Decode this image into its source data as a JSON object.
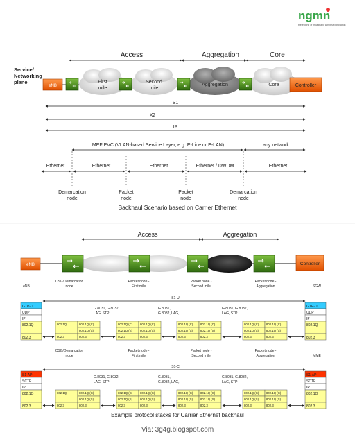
{
  "logo": {
    "name": "ngmn",
    "tagline": "the engine of broadband wireless innovation"
  },
  "top": {
    "segments": [
      "Access",
      "Aggregation",
      "Core"
    ],
    "plane_label": "Service/ Networking plane",
    "enb": "eNB",
    "clouds": [
      "First mile",
      "Second mile",
      "Aggregation",
      "Core"
    ],
    "controller": "Controller",
    "interfaces": [
      "S1",
      "X2",
      "IP"
    ],
    "mef_label": "MEF EVC (VLAN-based Service Layer, e.g. E-Line or E-LAN)",
    "any_network": "any network",
    "links": [
      "Ethernet",
      "Ethernet",
      "Ethernet",
      "Ethernet / DWDM",
      "Ethernet"
    ],
    "nodes": [
      "Demarcation node",
      "Packet node",
      "Packet node",
      "Demarcation node"
    ],
    "caption": "Backhaul Scenario based on Carrier Ethernet"
  },
  "bottom": {
    "segments": [
      "Access",
      "Aggregation"
    ],
    "enb": "eNB",
    "controller": "Controller",
    "columns": [
      "eNB",
      "CSG/Demarcation node",
      "Packet node - First mile",
      "Packet node - Second mile",
      "Packet node - Aggregation",
      "SGW"
    ],
    "columns2": [
      "",
      "CSG/Demarcation node",
      "Packet node - First mile",
      "Packet node - Second mile",
      "Packet node - Aggregation",
      "MME"
    ],
    "s1u": "S1-U",
    "s1c": "S1-C",
    "stack_u": [
      "GTP-U",
      "UDP",
      "IP",
      "802.1Q",
      "802.3"
    ],
    "stack_c": [
      "S1-AP",
      "SCTP",
      "IP",
      "802.1Q",
      "802.3"
    ],
    "stack_u_right": [
      "GTP-U",
      "UDP",
      "IP",
      "802.1Q",
      "802.3"
    ],
    "stack_c_right": [
      "S1-AP",
      "SCTP",
      "IP",
      "802.1Q",
      "802.3"
    ],
    "protocols": [
      "G.8031, G.8032, LAG, STP",
      "G.8031, G.8032, LAG,",
      "G.8031, G.8032, LAG, STP"
    ],
    "cell_c": "802.1Q (C)",
    "cell_s": "802.1Q (S)",
    "cell_q": "802.1Q",
    "cell_3": "802.3",
    "caption": "Example protocol stacks for Carrier Ethernet backhaul"
  },
  "footer": "Via: 3g4g.blogspot.com",
  "colors": {
    "orange": "#ff6600",
    "green": "#4a8a1a",
    "cyan": "#33ccff",
    "red": "#ff3300",
    "yellow": "#ffff99"
  }
}
